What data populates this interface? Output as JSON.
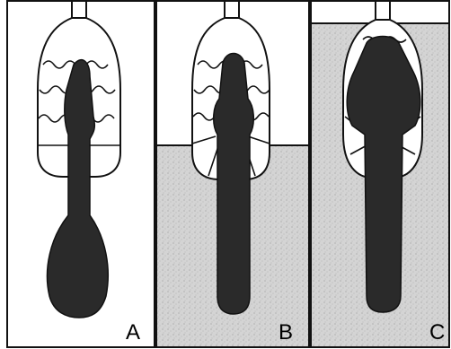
{
  "figure": {
    "panels": [
      {
        "label": "A",
        "background": "white"
      },
      {
        "label": "B",
        "background": "stippled-gray"
      },
      {
        "label": "C",
        "background": "stippled-gray"
      }
    ],
    "colors": {
      "ink": "#111111",
      "body_fill": "#2a2a2a",
      "stipple_base": "#d6d6d6",
      "stipple_dot": "#9a9a9a",
      "paper": "#ffffff"
    }
  }
}
